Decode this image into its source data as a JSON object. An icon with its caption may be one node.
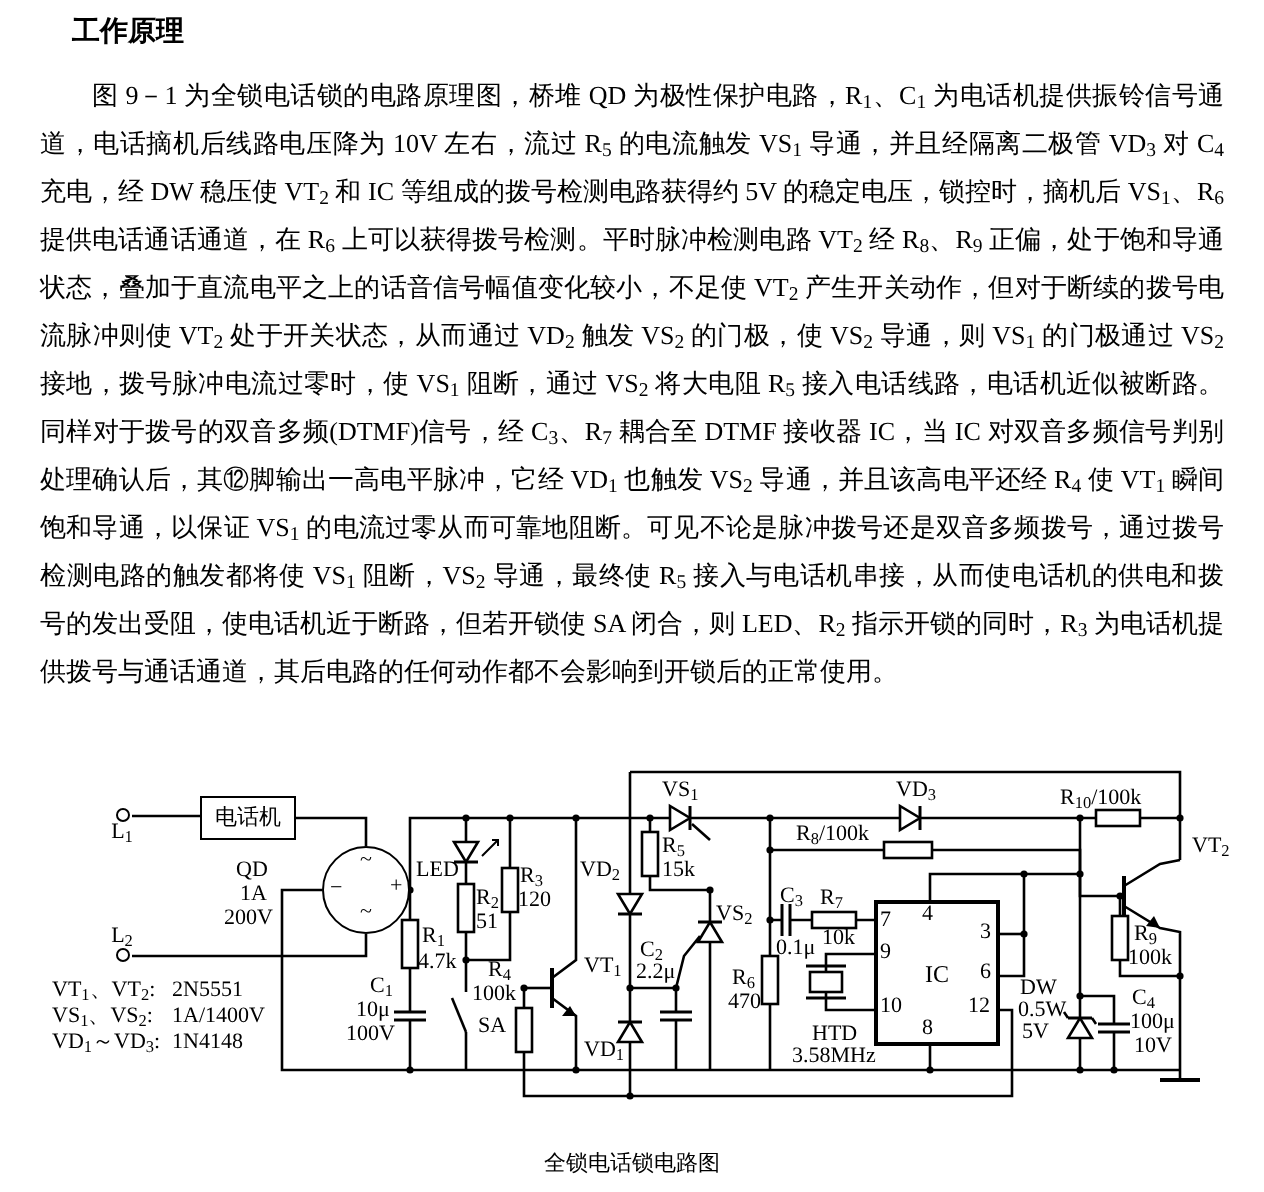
{
  "diagram": {
    "title": "工作原理",
    "caption": "全锁电话锁电路图",
    "nodes": [
      {
        "text": [
          "L$_{1}$"
        ]
      },
      {
        "text": [
          "电话机"
        ]
      },
      {
        "text": [
          "~",
          "−",
          "+",
          "~"
        ],
        "beside": [
          "QD",
          "1A",
          "200V"
        ]
      },
      {
        "text": [
          "L$_{2}$"
        ]
      },
      {
        "text": [
          "IC"
        ]
      }
    ],
    "edges": [
      {
        "from": 0,
        "to": 1,
        "arrow": "none"
      },
      {
        "from": 1,
        "to": 2,
        "arrow": "none"
      },
      {
        "from": 3,
        "to": 2,
        "arrow": "none"
      }
    ],
    "labels": [
      "图 9－1 为全锁电话锁的电路原理图，桥堆 QD 为极性保护电路，R$_{1}$、C$_{1}$ 为电话机提供振铃信号通道，电话摘机后线路电压降为 10V 左右，流过 R$_{5}$ 的电流触发 VS$_{1}$ 导通，并且经隔离二极管 VD$_{3}$ 对 C$_{4}$ 充电，经 DW 稳压使 VT$_{2}$ 和 IC 等组成的拨号检测电路获得约 5V 的稳定电压，锁控时，摘机后 VS$_{1}$、R$_{6}$ 提供电话通话通道，在 R$_{6}$ 上可以获得拨号检测。平时脉冲检测电路 VT$_{2}$ 经 R$_{8}$、R$_{9}$ 正偏，处于饱和导通状态，叠加于直流电平之上的话音信号幅值变化较小，不足使 VT$_{2}$ 产生开关动作，但对于断续的拨号电流脉冲则使 VT$_{2}$ 处于开关状态，从而通过 VD$_{2}$ 触发 VS$_{2}$ 的门极，使 VS$_{2}$ 导通，则 VS$_{1}$ 的门极通过 VS$_{2}$ 接地，拨号脉冲电流过零时，使 VS$_{1}$ 阻断，通过 VS$_{2}$ 将大电阻 R$_{5}$ 接入电话线路，电话机近似被断路。同样对于拨号的双音多频(DTMF)信号，经 C$_{3}$、R$_{7}$ 耦合至 DTMF 接收器 IC，当 IC 对双音多频信号判别处理确认后，其⑫脚输出一高电平脉冲，它经 VD$_{1}$ 也触发 VS$_{2}$ 导通，并且该高电平还经 R$_{4}$ 使 VT$_{1}$ 瞬间饱和导通，以保证 VS$_{1}$ 的电流过零从而可靠地阻断。可见不论是脉冲拨号还是双音多频拨号，通过拨号检测电路的触发都将使 VS$_{1}$ 阻断，VS$_{2}$ 导通，最终使 R$_{5}$ 接入与电话机串接，从而使电话机的供电和拨号的发出受阻，使电话机近于断路，但若开锁使 SA 闭合，则 LED、R$_{2}$ 指示开锁的同时，R$_{3}$ 为电话机提供拨号与通话通道，其后电路的任何动作都不会影响到开锁后的正常使用。",
      "LED",
      "R$_{2}$",
      "51",
      "R$_{3}$",
      "120",
      "R$_{1}$",
      "4.7k",
      "C$_{1}$",
      "10μ",
      "100V",
      "SA",
      "R$_{4}$",
      "100k",
      "VT$_{1}$",
      "VD$_{2}$",
      "VD$_{1}$",
      "VS$_{1}$",
      "R$_{5}$",
      "15k",
      "VS$_{2}$",
      "C$_{2}$",
      "2.2μ",
      "R$_{6}$",
      "470",
      "VD$_{3}$",
      "R$_{10}$/100k",
      "R$_{8}$/100k",
      "C$_{3}$",
      "0.1μ",
      "R$_{7}$",
      "10k",
      "4",
      "7",
      "9",
      "10",
      "3",
      "6",
      "12",
      "HTD",
      "8",
      "3.58MHz",
      "DW",
      "0.5W",
      "5V",
      "C$_{4}$",
      "100μ",
      "10V",
      "VT$_{2}$",
      "R$_{9}$",
      "100k",
      "VT$_{1}$、VT$_{2}$:",
      "2N5551",
      "VS$_{1}$、VS$_{2}$:",
      "1A/1400V",
      "VD$_{1}$～VD$_{3}$:",
      "1N4148"
    ]
  }
}
